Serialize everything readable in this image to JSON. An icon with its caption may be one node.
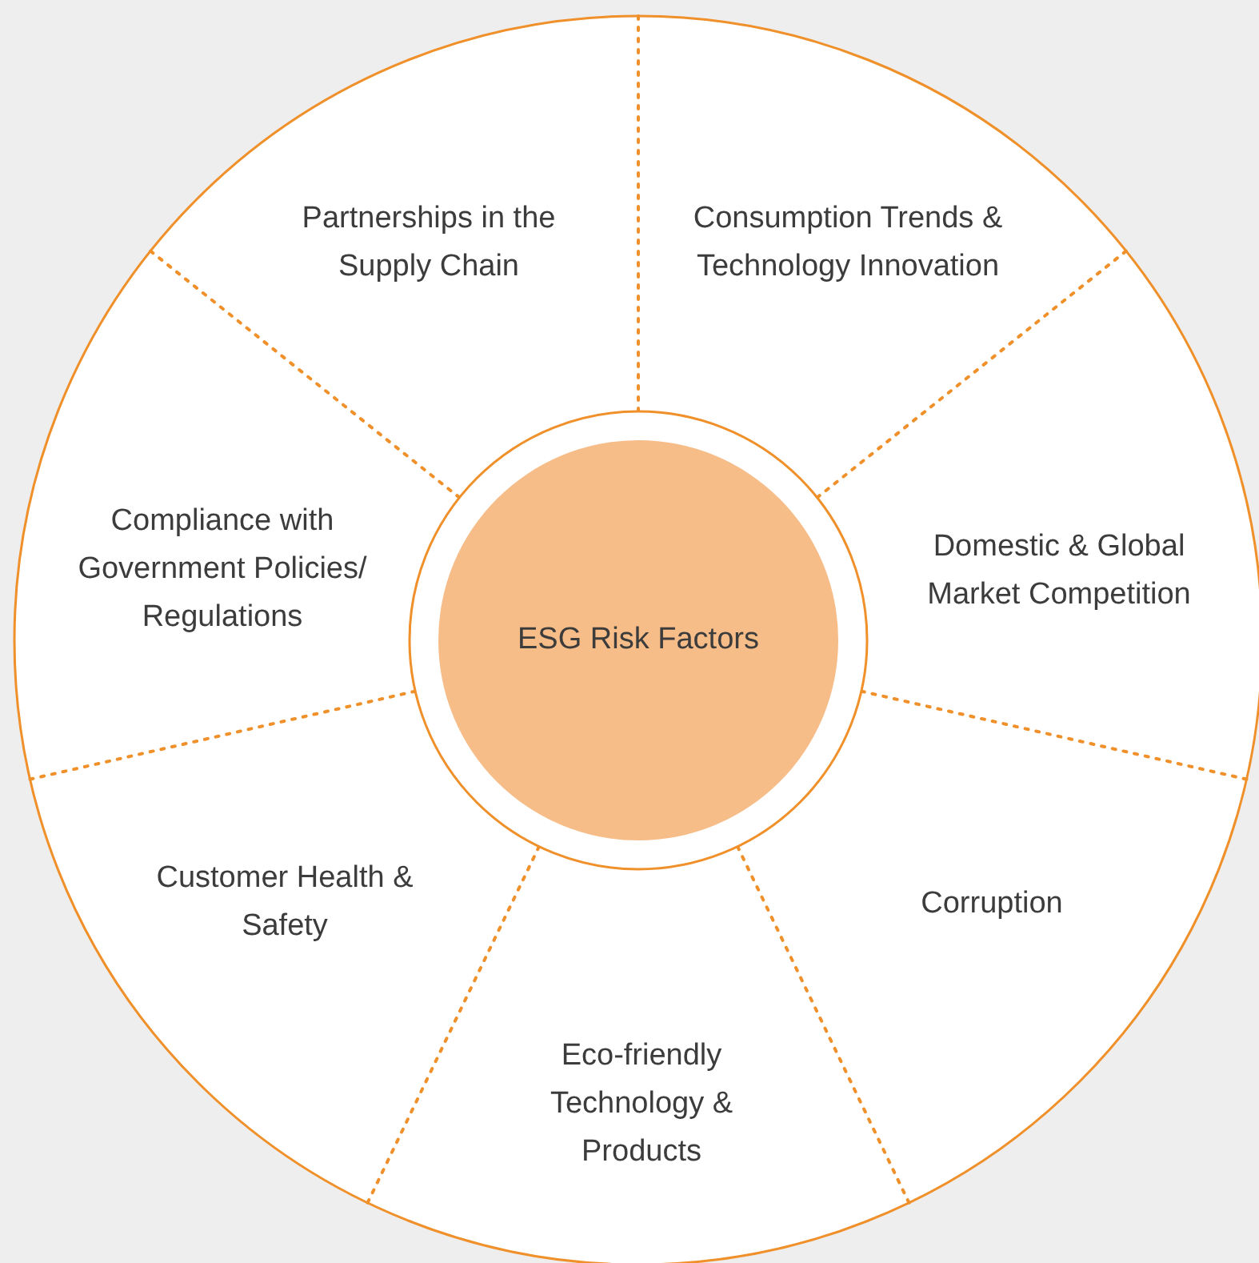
{
  "diagram": {
    "nodes": [
      {
        "text": [
          "Partnerships in the Supply Chain"
        ]
      },
      {
        "text": [
          "Consumption Trends & Technology Innovation"
        ]
      },
      {
        "text": [
          "Compliance with Government Policies/ Regulations"
        ]
      },
      {
        "text": [
          "Domestic & Global Market Competition"
        ]
      },
      {
        "text": [
          "ESG Risk Factors"
        ]
      },
      {
        "text": [
          "Customer Health & Safety"
        ]
      },
      {
        "text": [
          "Corruption"
        ]
      },
      {
        "text": [
          "Eco-friendly Technology & Products"
        ]
      }
    ]
  }
}
